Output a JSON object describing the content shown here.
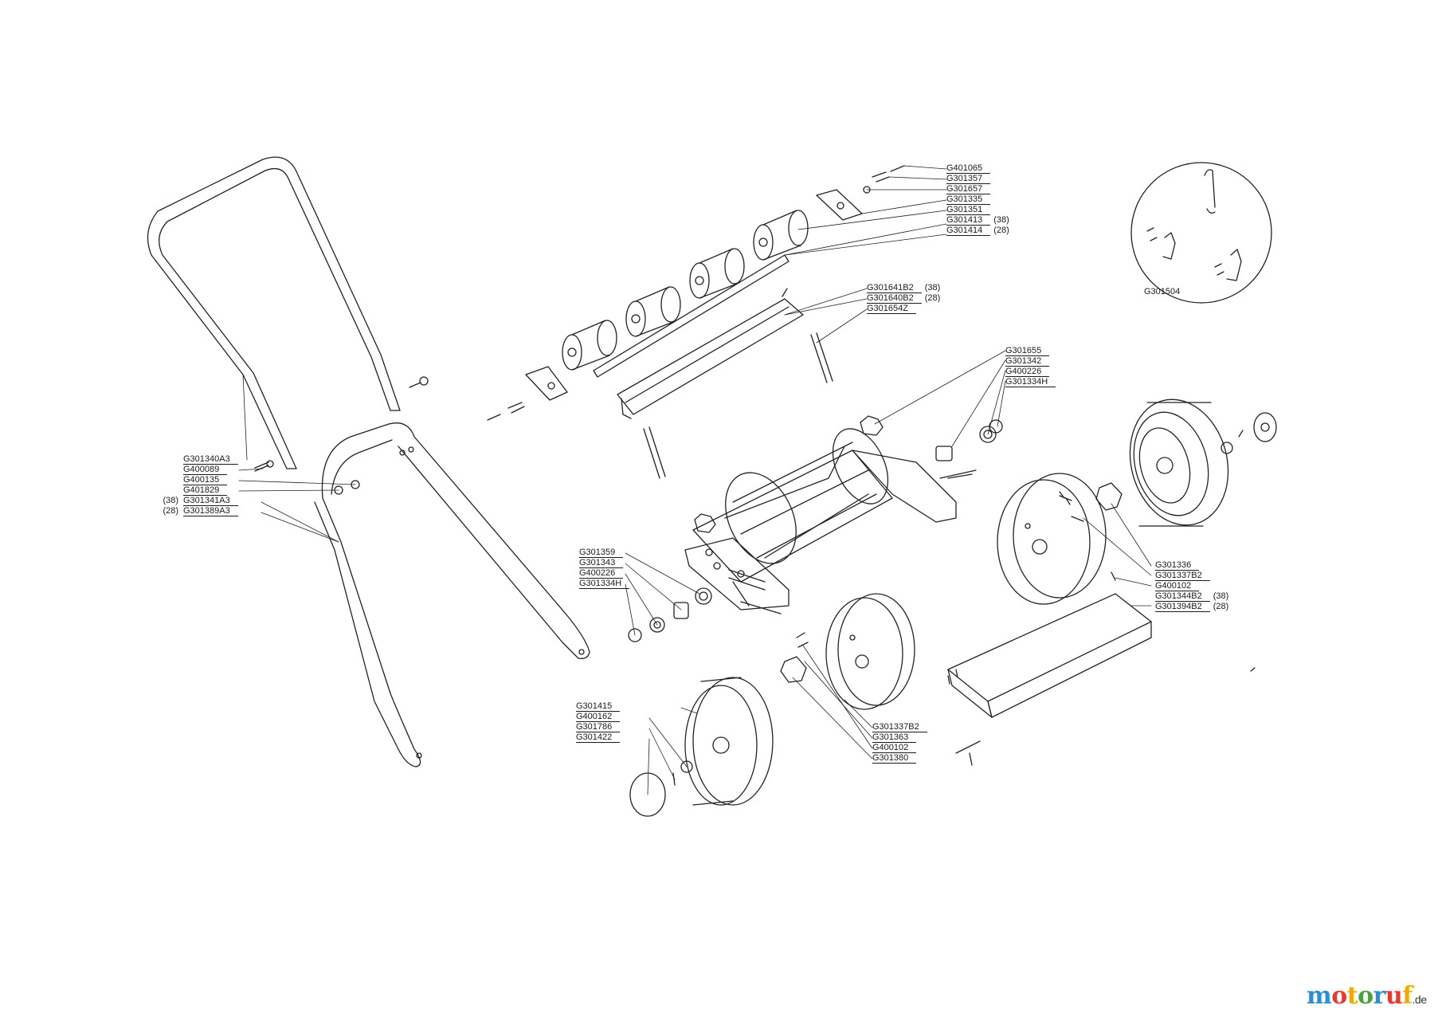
{
  "labels_group_a": [
    {
      "part": "G401065",
      "size": ""
    },
    {
      "part": "G301357",
      "size": ""
    },
    {
      "part": "G301657",
      "size": ""
    },
    {
      "part": "G301335",
      "size": ""
    },
    {
      "part": "G301351",
      "size": ""
    },
    {
      "part": "G301413",
      "size": "(38)"
    },
    {
      "part": "G301414",
      "size": "(28)"
    }
  ],
  "labels_group_b": [
    {
      "part": "G301641B2",
      "size": "(38)"
    },
    {
      "part": "G301640B2",
      "size": "(28)"
    },
    {
      "part": "G301654Z",
      "size": ""
    }
  ],
  "labels_group_c": [
    {
      "part": "G301655",
      "size": ""
    },
    {
      "part": "G301342",
      "size": ""
    },
    {
      "part": "G400226",
      "size": ""
    },
    {
      "part": "G301334H",
      "size": ""
    }
  ],
  "labels_group_d": [
    {
      "part": "G301340A3",
      "size": ""
    },
    {
      "part": "G400089",
      "size": ""
    },
    {
      "part": "G400135",
      "size": ""
    },
    {
      "part": "G401829",
      "size": ""
    },
    {
      "part": "G301341A3",
      "size": "(38)"
    },
    {
      "part": "G301389A3",
      "size": "(28)"
    }
  ],
  "labels_group_e": [
    {
      "part": "G301359",
      "size": ""
    },
    {
      "part": "G301343",
      "size": ""
    },
    {
      "part": "G400226",
      "size": ""
    },
    {
      "part": "G301334H",
      "size": ""
    }
  ],
  "labels_group_f": [
    {
      "part": "G301336",
      "size": ""
    },
    {
      "part": "G301337B2",
      "size": ""
    },
    {
      "part": "G400102",
      "size": ""
    },
    {
      "part": "G301344B2",
      "size": "(38)"
    },
    {
      "part": "G301394B2",
      "size": "(28)"
    }
  ],
  "labels_group_g": [
    {
      "part": "G301415",
      "size": ""
    },
    {
      "part": "G400162",
      "size": ""
    },
    {
      "part": "G301786",
      "size": ""
    },
    {
      "part": "G301422",
      "size": ""
    }
  ],
  "labels_group_h": [
    {
      "part": "G301337B2",
      "size": ""
    },
    {
      "part": "G301363",
      "size": ""
    },
    {
      "part": "G400102",
      "size": ""
    },
    {
      "part": "G301380",
      "size": ""
    }
  ],
  "inset_label": "G301504",
  "watermark": {
    "letters": [
      "m",
      "o",
      "t",
      "o",
      "r",
      "u",
      "f"
    ],
    "domain": ".de",
    "colors": [
      "#2a8fd6",
      "#e63a2e",
      "#f2a900",
      "#4aa33a",
      "#2a8fd6",
      "#e63a2e",
      "#f2a900"
    ]
  }
}
